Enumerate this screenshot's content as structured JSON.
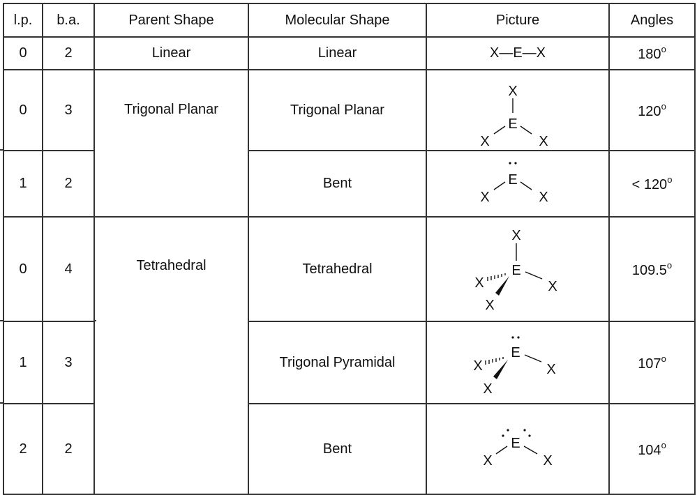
{
  "headers": {
    "lp": "l.p.",
    "ba": "b.a.",
    "parent": "Parent Shape",
    "molecular": "Molecular Shape",
    "picture": "Picture",
    "angles": "Angles"
  },
  "atoms": {
    "central": "E",
    "ligand": "X"
  },
  "degree_mark": "o",
  "rows": [
    {
      "lp": "0",
      "ba": "2",
      "parent": "Linear",
      "molecular": "Linear",
      "picture": "X—E—X",
      "angle": "180"
    },
    {
      "lp": "0",
      "ba": "3",
      "parent": "Trigonal Planar",
      "molecular": "Trigonal Planar",
      "angle": "120"
    },
    {
      "lp": "1",
      "ba": "2",
      "molecular": "Bent",
      "angle": "< 120"
    },
    {
      "lp": "0",
      "ba": "4",
      "parent": "Tetrahedral",
      "molecular": "Tetrahedral",
      "angle": "109.5"
    },
    {
      "lp": "1",
      "ba": "3",
      "molecular": "Trigonal Pyramidal",
      "angle": "107"
    },
    {
      "lp": "2",
      "ba": "2",
      "molecular": "Bent",
      "angle": "104"
    }
  ]
}
